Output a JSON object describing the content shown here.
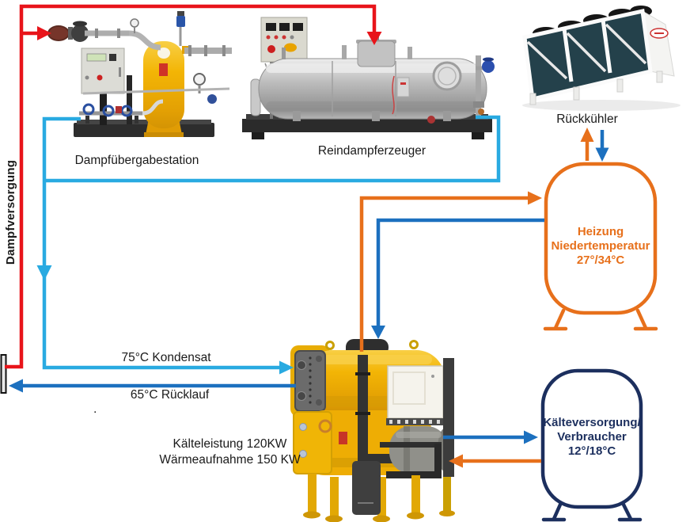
{
  "labels": {
    "dampfversorgung": "Dampfversorgung",
    "dampfuebergabestation": "Dampfübergabestation",
    "reindampferzeuger": "Reindampferzeuger",
    "rueckkuehler": "Rückkühler",
    "kondensat_75": "75°C Kondensat",
    "ruecklauf_65": "65°C Rücklauf",
    "kaelteleistung_120": "Kälteleistung 120KW",
    "waermeaufnahme_150": "Wärmeaufnahme 150 KW",
    "stray_dot": "."
  },
  "vessels": {
    "heizung": {
      "line1": "Heizung",
      "line2": "Niedertemperatur",
      "line3": "27°/34°C"
    },
    "kaelteversorgung": {
      "line1": "Kälteversorgung/",
      "line2": "Verbraucher",
      "line3": "12°/18°C"
    }
  },
  "colors": {
    "steam_supply": "#e8141a",
    "condensate": "#29aae1",
    "return_water": "#1c70bf",
    "heating_circuit": "#e7701b",
    "cold_circuit": "#1c2f5e"
  }
}
